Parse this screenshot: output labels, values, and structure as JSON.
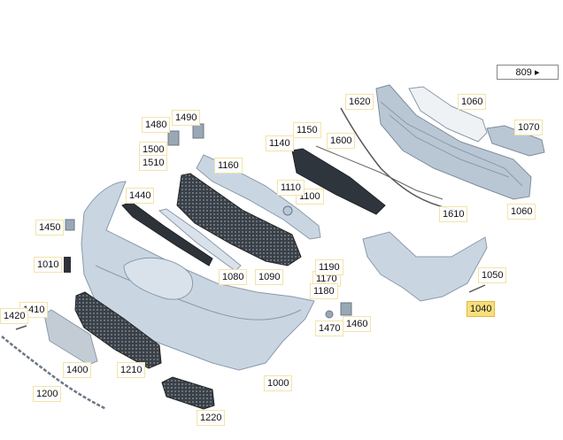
{
  "nav": {
    "label": "809",
    "arrow": "▸"
  },
  "callouts": {
    "c1000": "1000",
    "c1010": "1010",
    "c1040": "1040",
    "c1050": "1050",
    "c1060a": "1060",
    "c1060b": "1060",
    "c1070": "1070",
    "c1080": "1080",
    "c1090": "1090",
    "c1100": "1100",
    "c1110": "1110",
    "c1140": "1140",
    "c1150": "1150",
    "c1160": "1160",
    "c1170": "1170",
    "c1180": "1180",
    "c1190": "1190",
    "c1200": "1200",
    "c1210": "1210",
    "c1220": "1220",
    "c1400": "1400",
    "c1410": "1410",
    "c1420": "1420",
    "c1440": "1440",
    "c1450": "1450",
    "c1460": "1460",
    "c1470": "1470",
    "c1480": "1480",
    "c1490": "1490",
    "c1500": "1500",
    "c1510": "1510",
    "c1600": "1600",
    "c1610": "1610",
    "c1620": "1620"
  },
  "colors": {
    "part_fill": "#c9d6e2",
    "part_edge": "#8a9aab",
    "dark_part": "#2e3339",
    "highlight": "#f7df7d"
  }
}
